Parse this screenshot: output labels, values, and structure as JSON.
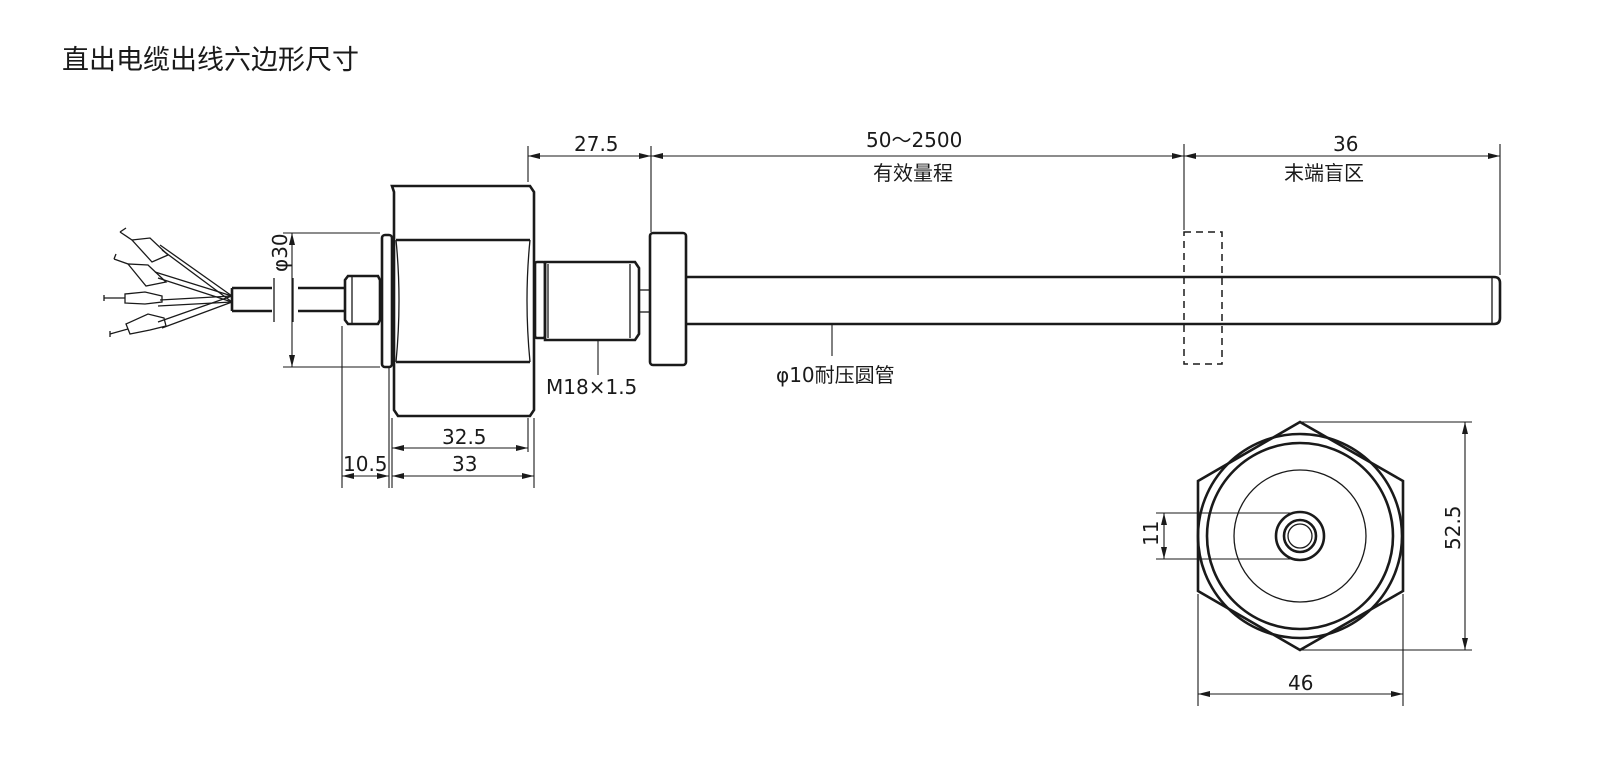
{
  "title": "直出电缆出线六边形尺寸",
  "side_view": {
    "dim_27_5": "27.5",
    "dim_range": "50～2500",
    "label_range": "有效量程",
    "dim_36": "36",
    "label_dead_zone": "末端盲区",
    "dim_phi30": "φ30",
    "label_thread": "M18×1.5",
    "label_tube": "φ10耐压圆管",
    "dim_32_5": "32.5",
    "dim_10_5": "10.5",
    "dim_33": "33"
  },
  "end_view": {
    "dim_11": "11",
    "dim_52_5": "52.5",
    "dim_46": "46"
  }
}
